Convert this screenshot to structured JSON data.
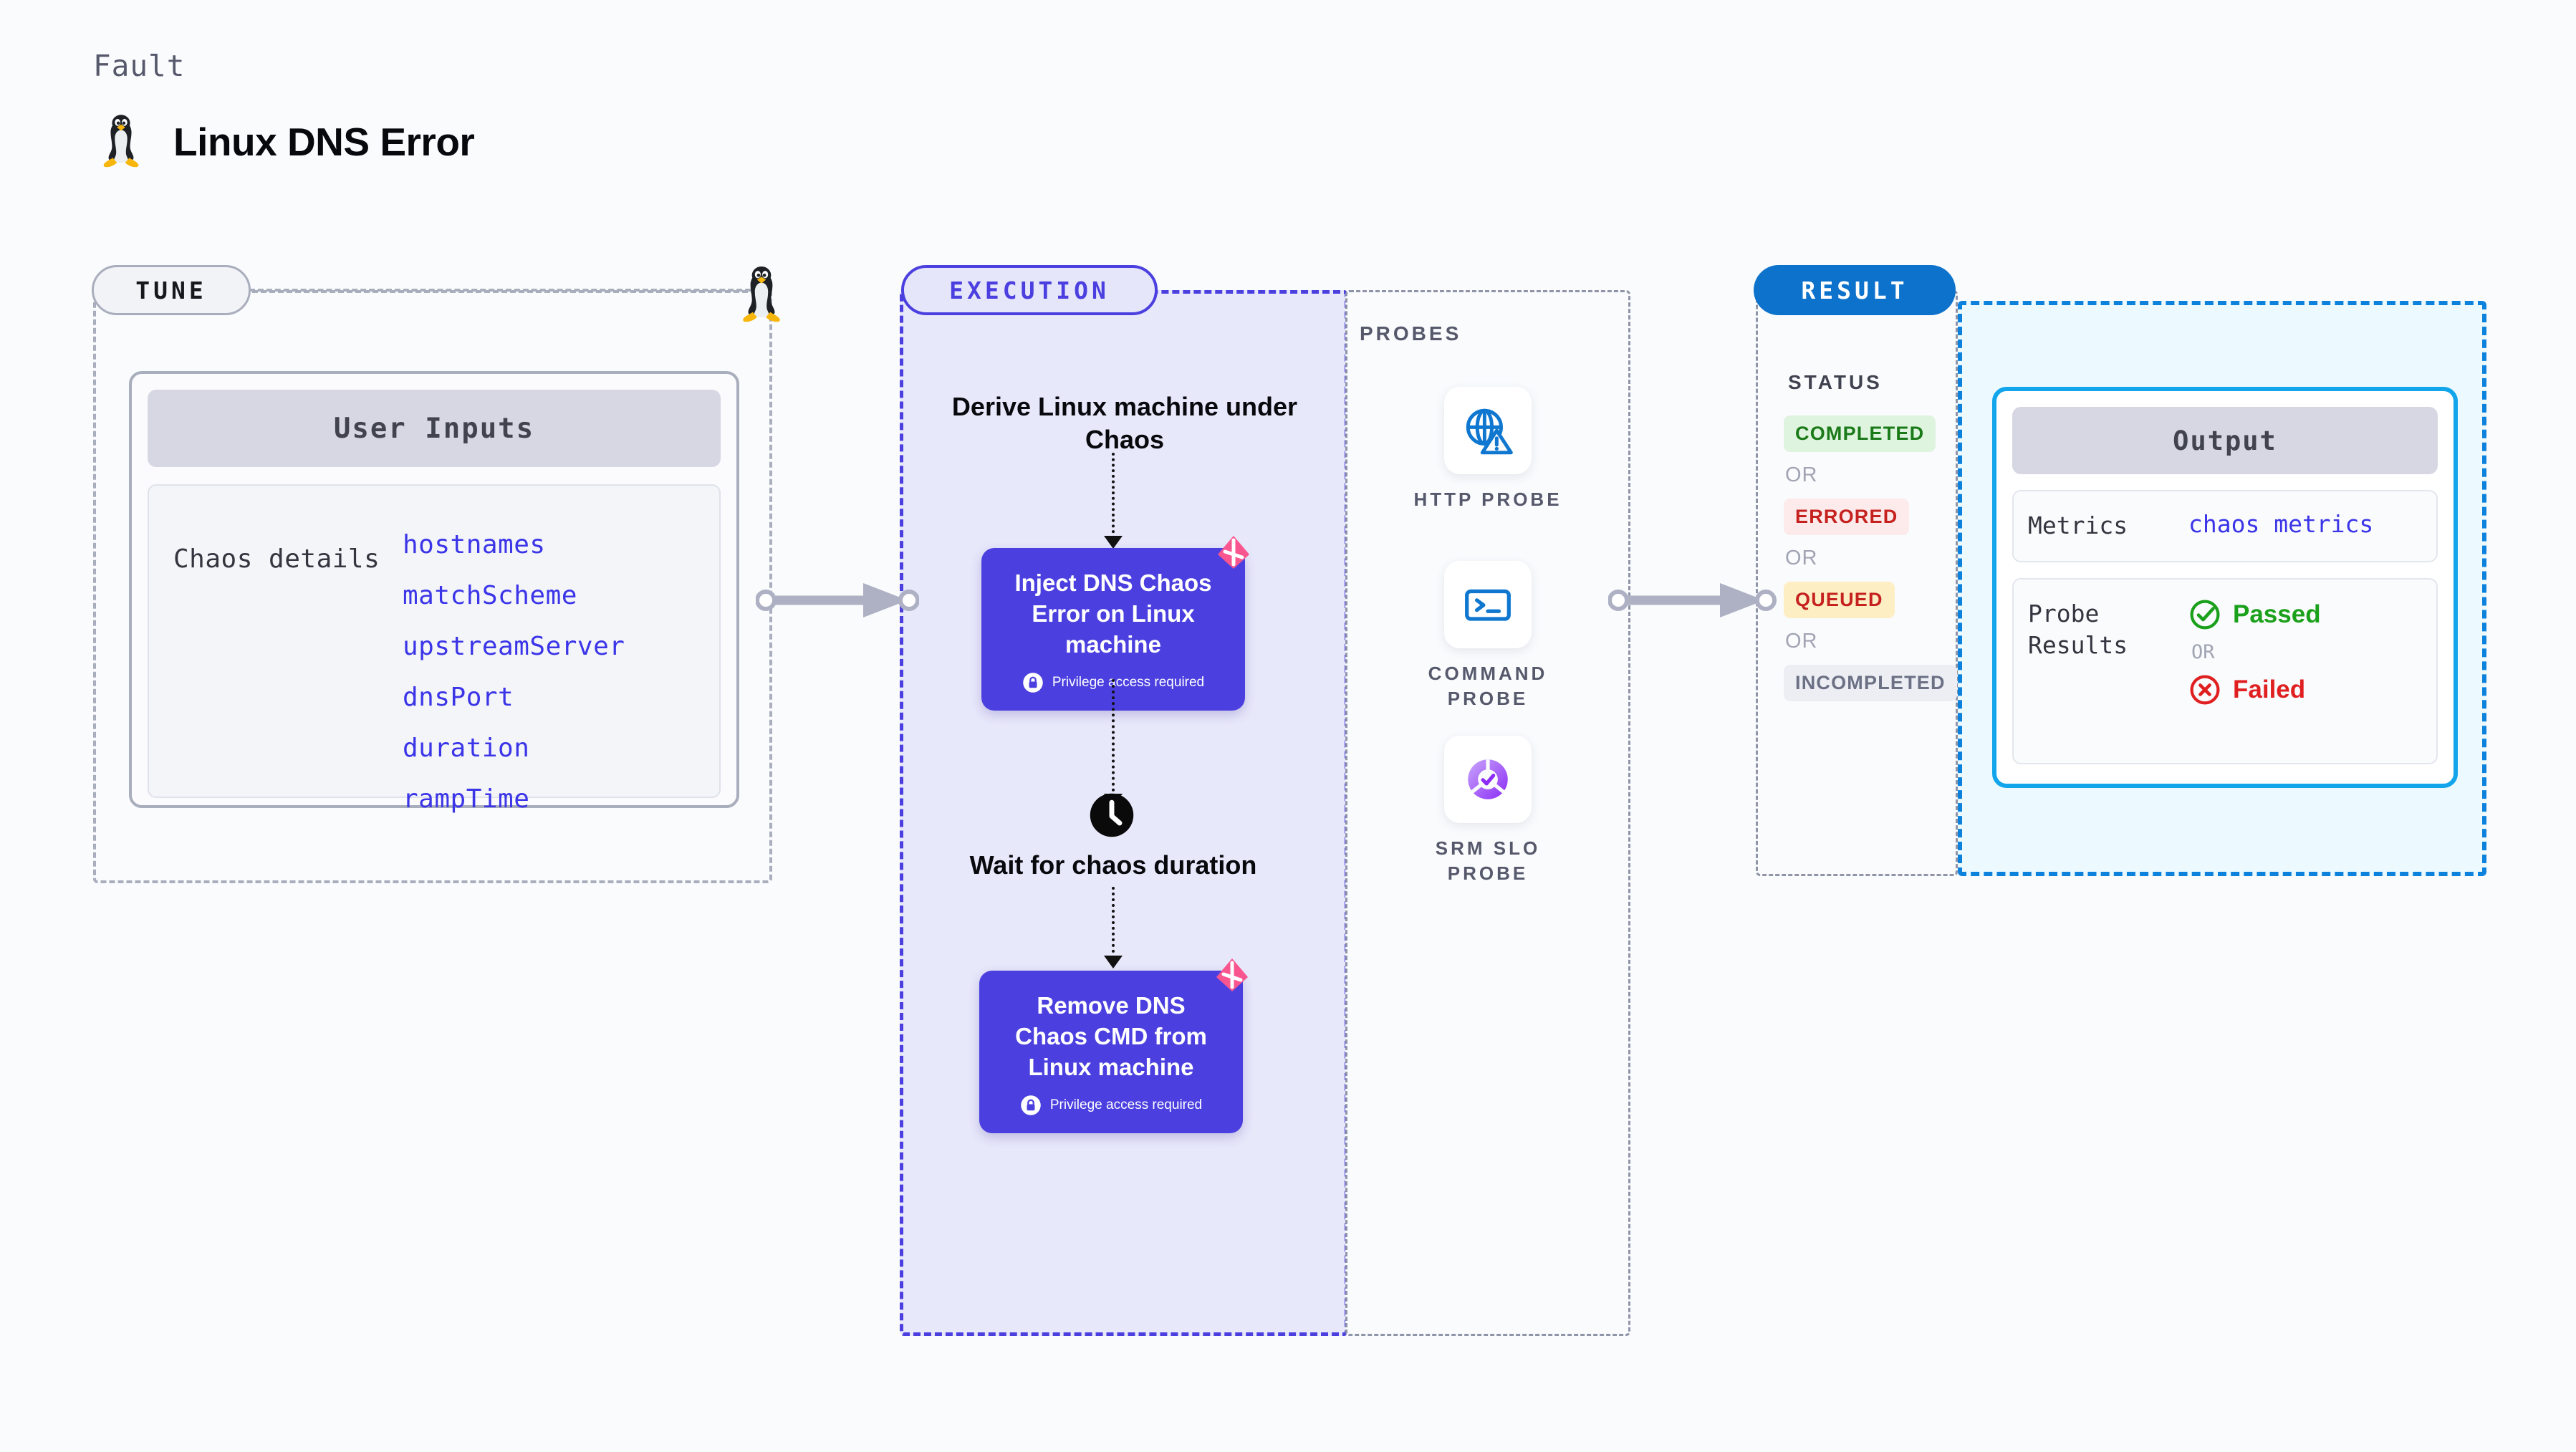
{
  "header": {
    "kicker": "Fault",
    "title": "Linux DNS Error",
    "icon": "linux-penguin-icon"
  },
  "stages": {
    "tune": {
      "label": "TUNE"
    },
    "execution": {
      "label": "EXECUTION"
    },
    "probes": {
      "label": "PROBES"
    },
    "result": {
      "label": "RESULT"
    }
  },
  "tune": {
    "card_title": "User Inputs",
    "key": "Chaos details",
    "values": [
      "hostnames",
      "matchScheme",
      "upstreamServer",
      "dnsPort",
      "duration",
      "rampTime"
    ]
  },
  "execution": {
    "step_derive": "Derive Linux machine under Chaos",
    "step_inject": "Inject DNS Chaos Error on Linux machine",
    "step_wait": "Wait for chaos duration",
    "step_remove": "Remove DNS Chaos CMD from Linux machine",
    "privilege_note": "Privilege access required",
    "privilege_icon": "lock-icon",
    "wait_icon": "clock-icon",
    "badge_icon": "litmus-chaos-icon"
  },
  "probes": {
    "label": "PROBES",
    "items": [
      {
        "name": "HTTP PROBE",
        "icon": "globe-warning-icon"
      },
      {
        "name": "COMMAND PROBE",
        "icon": "terminal-prompt-icon"
      },
      {
        "name": "SRM SLO PROBE",
        "icon": "slo-check-icon"
      }
    ]
  },
  "result": {
    "status_label": "STATUS",
    "or_label": "OR",
    "statuses": [
      {
        "label": "COMPLETED",
        "state": "completed"
      },
      {
        "label": "ERRORED",
        "state": "errored"
      },
      {
        "label": "QUEUED",
        "state": "queued"
      },
      {
        "label": "INCOMPLETED",
        "state": "incompleted"
      }
    ]
  },
  "output": {
    "title": "Output",
    "metrics_key": "Metrics",
    "metrics_value": "chaos metrics",
    "probe_results_key": "Probe Results",
    "passed_label": "Passed",
    "failed_label": "Failed",
    "or_label": "OR",
    "passed_icon": "check-circle-icon",
    "failed_icon": "x-circle-icon"
  },
  "colors": {
    "accent_purple": "#4b40df",
    "accent_blue": "#0d72cc",
    "accent_cyan": "#12a5eb",
    "badge_pink": "#f9558f",
    "pass_green": "#1ba01b",
    "fail_red": "#e02020",
    "page_bg": "#fafbfd"
  }
}
